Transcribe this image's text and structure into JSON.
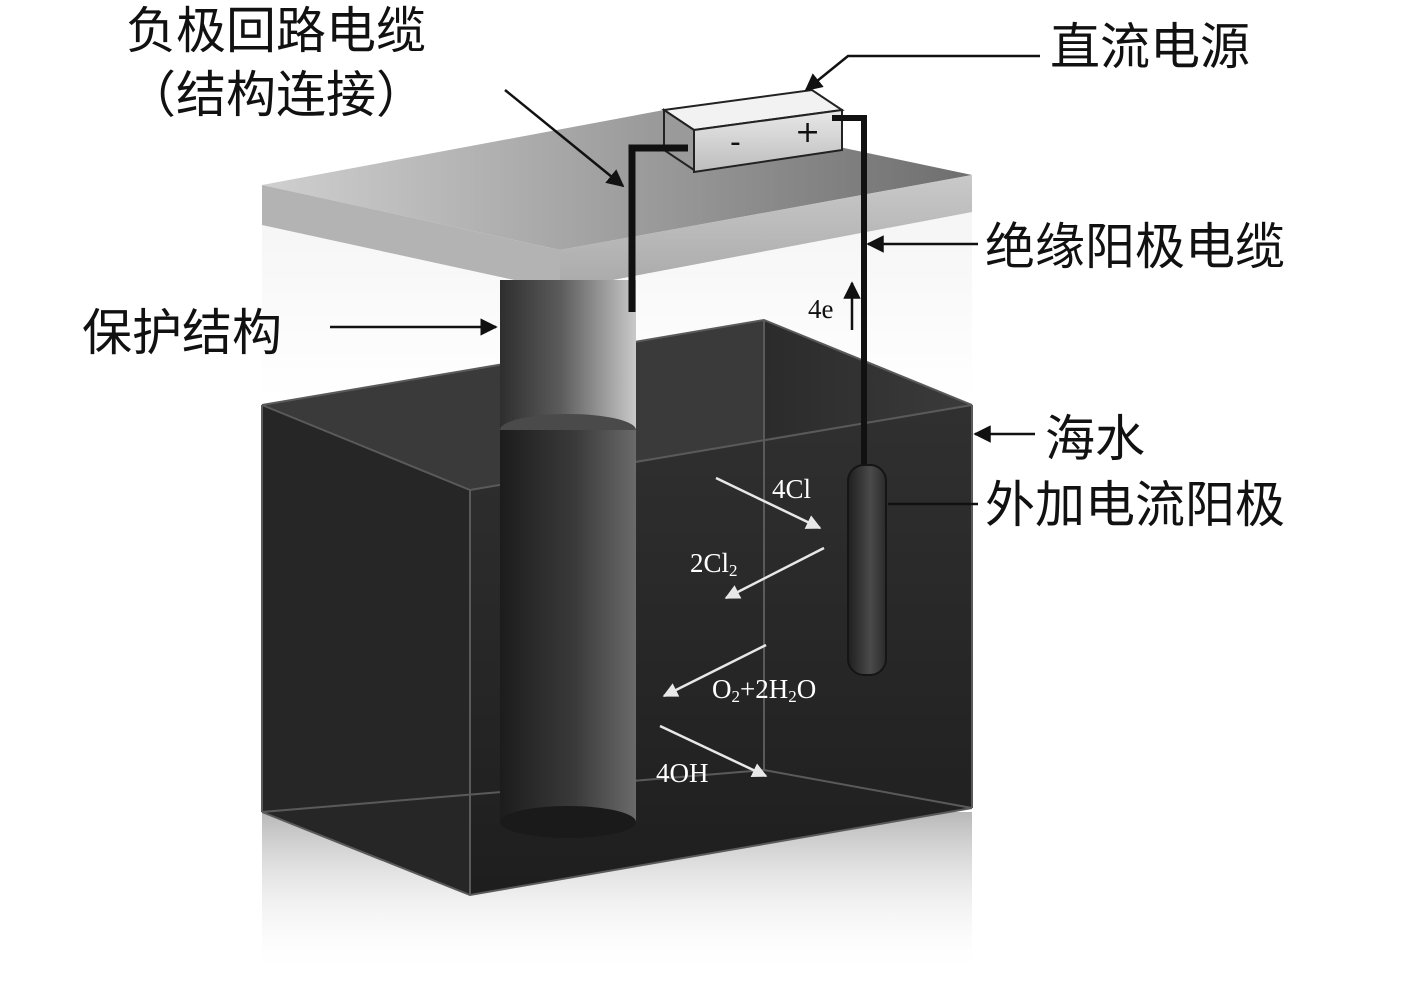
{
  "labels": {
    "negative_cable_line1": "负极回路电缆",
    "negative_cable_line2": "（结构连接）",
    "dc_power": "直流电源",
    "insulated_anode_cable": "绝缘阳极电缆",
    "protected_structure": "保护结构",
    "seawater": "海水",
    "impressed_current_anode": "外加电流阳极"
  },
  "power_supply": {
    "minus": "-",
    "plus": "+"
  },
  "chemistry": {
    "electrons": "4e",
    "chloride": "4Cl",
    "chlorine_prefix": "2Cl",
    "chlorine_sub": "2",
    "water_o": "O",
    "water_o_sub": "2",
    "water_mid": "+2H",
    "water_h_sub": "2",
    "water_end": "O",
    "hydroxide": "4OH"
  },
  "colors": {
    "slab_top": "#8a8a8a",
    "slab_front": "#bdbdbd",
    "water": "#2a2a2a",
    "label_text": "#111111"
  }
}
